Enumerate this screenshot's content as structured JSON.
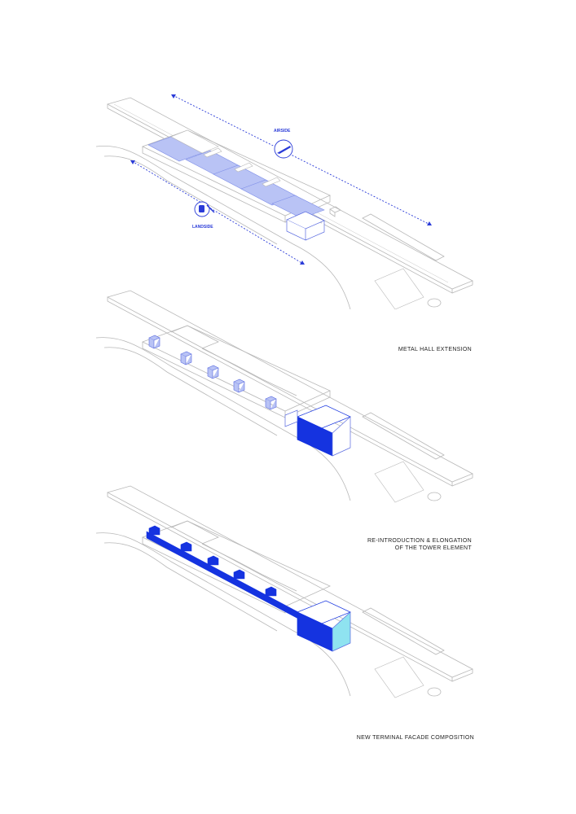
{
  "panel1": {
    "airside_label": "AIRSIDE",
    "landside_label": "LANDSIDE",
    "caption": ""
  },
  "panel2": {
    "caption": "METAL HALL EXTENSION"
  },
  "panel3": {
    "caption_line1": "RE-INTRODUCTION & ELONGATION",
    "caption_line2": "OF THE TOWER ELEMENT"
  },
  "panel4": {
    "caption": "NEW TERMINAL FACADE COMPOSITION"
  },
  "colors": {
    "accent_dark": "#1533e0",
    "accent_light": "#b9c3f5",
    "accent_mid": "#7f8fe8",
    "cyan": "#8fe3f0",
    "line": "#b8b8b8"
  }
}
